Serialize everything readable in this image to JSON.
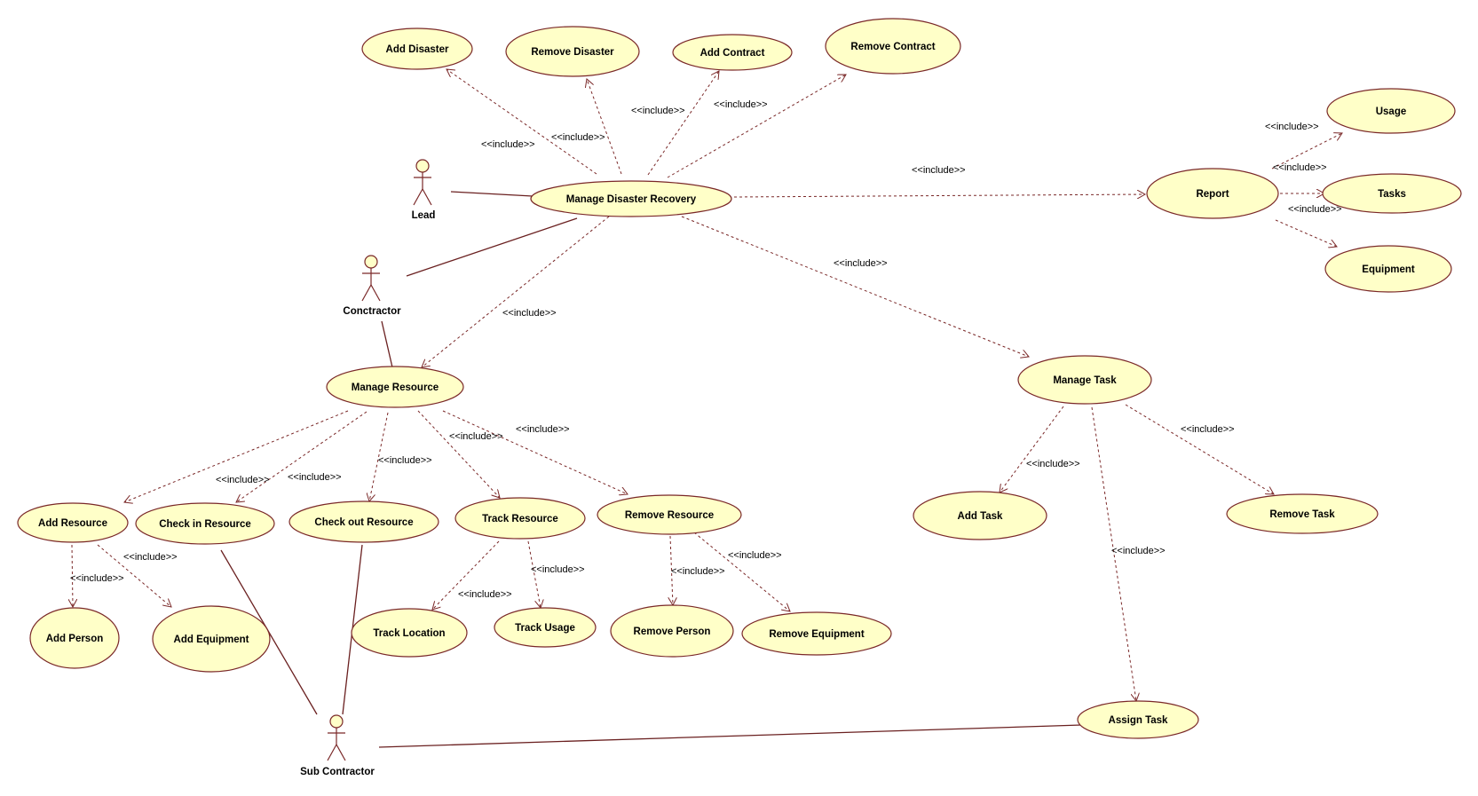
{
  "actors": {
    "lead": "Lead",
    "contractor": "Conctractor",
    "sub_contractor": "Sub Contractor"
  },
  "use_cases": {
    "add_disaster": "Add Disaster",
    "remove_disaster": "Remove Disaster",
    "add_contract": "Add Contract",
    "remove_contract": "Remove Contract",
    "manage_disaster_recovery": "Manage Disaster Recovery",
    "report": "Report",
    "usage": "Usage",
    "tasks": "Tasks",
    "equipment": "Equipment",
    "manage_resource": "Manage Resource",
    "manage_task": "Manage Task",
    "add_resource": "Add Resource",
    "check_in_resource": "Check in Resource",
    "check_out_resource": "Check out Resource",
    "track_resource": "Track Resource",
    "remove_resource": "Remove Resource",
    "add_task": "Add Task",
    "remove_task": "Remove Task",
    "add_person": "Add Person",
    "add_equipment": "Add Equipment",
    "track_location": "Track Location",
    "track_usage": "Track Usage",
    "remove_person": "Remove Person",
    "remove_equipment": "Remove Equipment",
    "assign_task": "Assign Task"
  },
  "stereotype": "<<include>>",
  "colors": {
    "use_case_fill": "#ffffc8",
    "outline": "#7a2828"
  }
}
